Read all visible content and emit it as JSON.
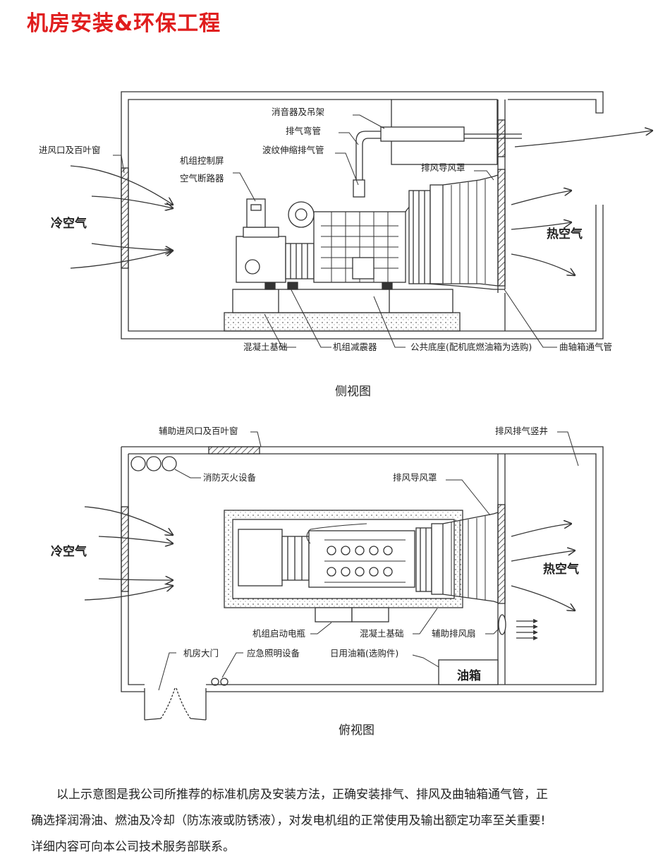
{
  "header": {
    "title": "机房安装&环保工程"
  },
  "side_view": {
    "caption": "侧视图",
    "labels": {
      "muffler": "消音器及吊架",
      "exhaust_elbow": "排气弯管",
      "bellows": "波纹伸缩排气管",
      "intake": "进风口及百叶窗",
      "control_panel": "机组控制屏",
      "breaker": "空气断路器",
      "exhaust_hood": "排风导风罩",
      "cold_air": "冷空气",
      "hot_air": "热空气",
      "concrete_base": "混凝土基础",
      "damper": "机组减震器",
      "common_base": "公共底座(配机底燃油箱为选购)",
      "crankcase_vent": "曲轴箱通气管"
    }
  },
  "top_view": {
    "caption": "俯视图",
    "labels": {
      "aux_intake": "辅助进风口及百叶窗",
      "exhaust_shaft": "排风排气竖井",
      "fire_equipment": "消防灭火设备",
      "exhaust_hood": "排风导风罩",
      "cold_air": "冷空气",
      "hot_air": "热空气",
      "battery": "机组启动电瓶",
      "concrete_base": "混凝土基础",
      "aux_fan": "辅助排风扇",
      "door": "机房大门",
      "emergency_light": "应急照明设备",
      "day_tank": "日用油箱(选购件)",
      "oil_tank": "油箱"
    }
  },
  "description": {
    "line1": "以上示意图是我公司所推荐的标准机房及安装方法，正确安装排气、排风及曲轴箱通气管，正",
    "line2": "确选择润滑油、燃油及冷却（防冻液或防锈液），对发电机组的正常使用及输出额定功率至关重要!",
    "line3": "详细内容可向本公司技术服务部联系。"
  }
}
